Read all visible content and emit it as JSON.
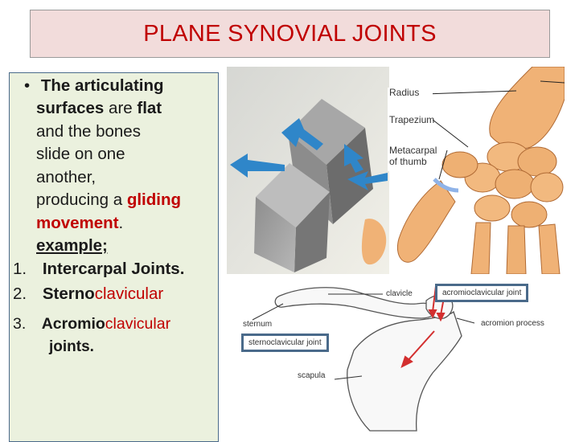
{
  "slide": {
    "title": "PLANE SYNOVIAL JOINTS"
  },
  "content": {
    "bullet_symbol": "•",
    "line1": "The articulating",
    "line2a": "surfaces",
    "line2b": " are ",
    "line2c": "flat",
    "line3": "and the bones",
    "line4": "slide on one",
    "line5": "another,",
    "line6a": "producing a ",
    "line6b": "gliding",
    "line7a": "movement",
    "line7b": ".",
    "line8": "example;",
    "items": [
      {
        "num": "1.",
        "text": "Intercarpal Joints."
      },
      {
        "num": "2.",
        "a": "Sterno",
        "b": "clavicular"
      },
      {
        "num": "3.",
        "a": "Acromio",
        "b": "clavicular",
        "c": "joints."
      }
    ]
  },
  "wrist_figure": {
    "labels": [
      "Radius",
      "Trapezium",
      "Metacarpal",
      "of thumb"
    ]
  },
  "shoulder_figure": {
    "labels": [
      "clavicle",
      "sternum",
      "acromion process",
      "scapula"
    ],
    "boxed_labels": [
      "acromioclavicular joint",
      "sternoclavicular joint"
    ]
  },
  "colors": {
    "title_text": "#c00000",
    "title_bg": "#f2dcdb",
    "text_bg": "#ebf1de",
    "box_border": "#4a6a8a",
    "bone": "#f0b276",
    "arrow": "#2f86c9"
  }
}
